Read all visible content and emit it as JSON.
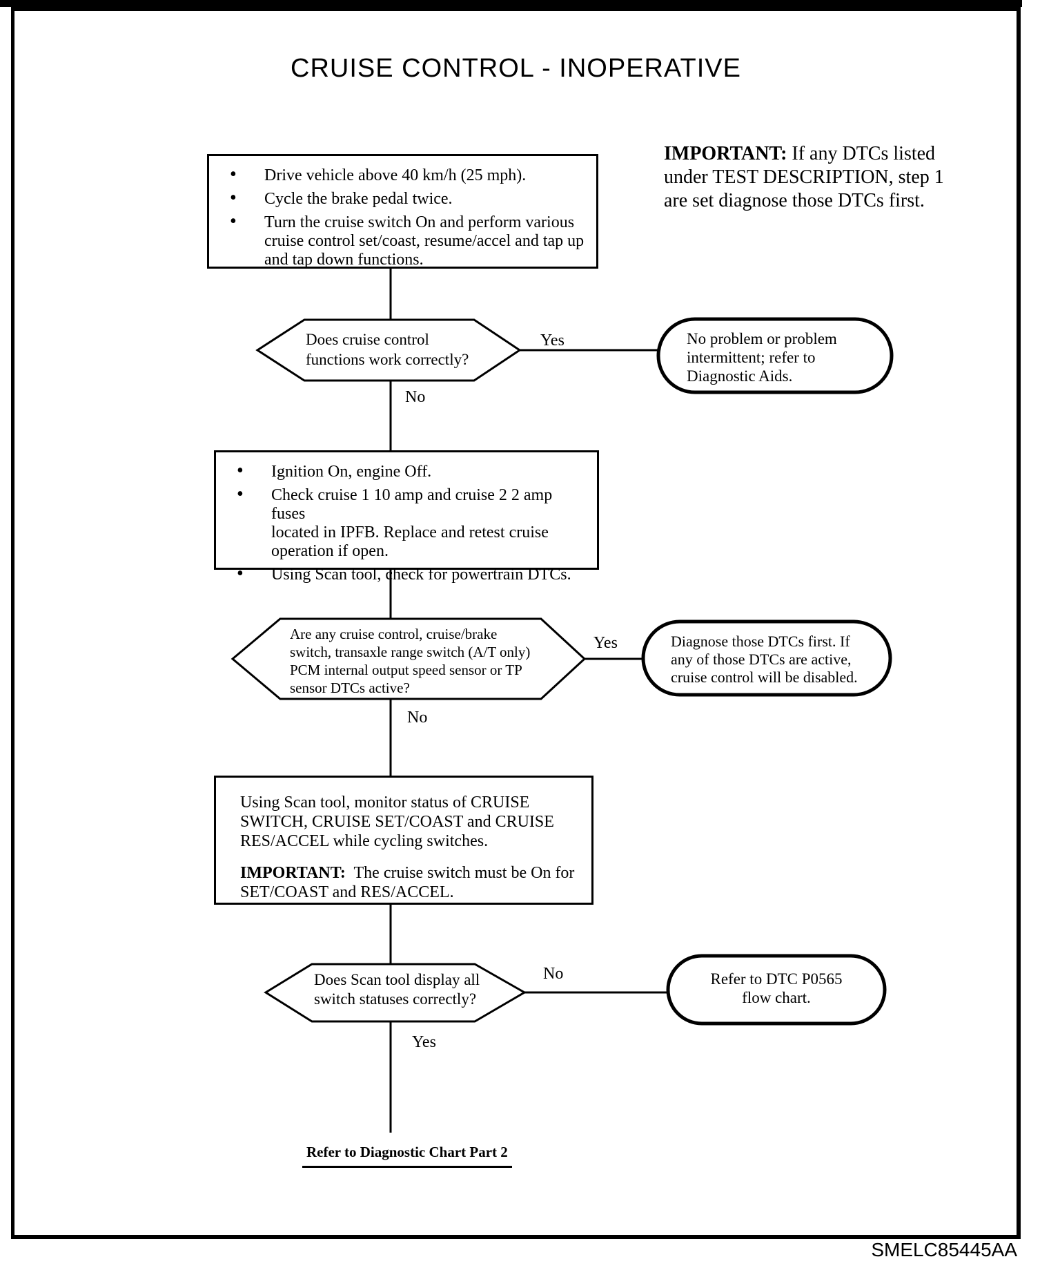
{
  "title": "CRUISE CONTROL - INOPERATIVE",
  "doc_code": "SMELC85445AA",
  "important_note": {
    "label": "IMPORTANT:",
    "lines": [
      "If any DTCs listed",
      "under TEST DESCRIPTION, step 1",
      "are set diagnose those DTCs first."
    ]
  },
  "step1": {
    "bullets": [
      [
        "Drive vehicle above 40 km/h (25 mph)."
      ],
      [
        "Cycle the brake pedal twice."
      ],
      [
        "Turn the cruise switch On and perform various",
        "cruise control set/coast, resume/accel and tap up",
        "and tap down functions."
      ]
    ]
  },
  "decision1": {
    "lines": [
      "Does cruise control",
      "functions work correctly?"
    ],
    "yes": "Yes",
    "no": "No"
  },
  "terminal1": {
    "lines": [
      "No problem or problem",
      "intermittent; refer to",
      "Diagnostic Aids."
    ]
  },
  "step2": {
    "bullets": [
      [
        "Ignition On, engine Off."
      ],
      [
        "Check cruise 1 10 amp and cruise 2 2 amp fuses",
        "located in IPFB. Replace and retest cruise",
        "operation if open."
      ],
      [
        "Using Scan tool, check for powertrain DTCs."
      ]
    ]
  },
  "decision2": {
    "lines": [
      "Are any cruise control, cruise/brake",
      "switch, transaxle range switch (A/T only)",
      "PCM internal output speed sensor or TP",
      "sensor DTCs active?"
    ],
    "yes": "Yes",
    "no": "No"
  },
  "terminal2": {
    "lines": [
      "Diagnose those DTCs first. If",
      "any of those DTCs are active,",
      "cruise control will be disabled."
    ]
  },
  "step3": {
    "para_lines": [
      "Using Scan tool, monitor status of CRUISE",
      "SWITCH, CRUISE SET/COAST and CRUISE",
      "RES/ACCEL while cycling switches."
    ],
    "important_label": "IMPORTANT:",
    "important_lines": [
      "The cruise switch must be On for",
      "SET/COAST and RES/ACCEL."
    ]
  },
  "decision3": {
    "lines": [
      "Does Scan tool display all",
      "switch statuses correctly?"
    ],
    "no": "No",
    "yes": "Yes"
  },
  "terminal3": {
    "lines": [
      "Refer to DTC P0565",
      "flow chart."
    ]
  },
  "footer_link": "Refer to Diagnostic Chart Part 2"
}
